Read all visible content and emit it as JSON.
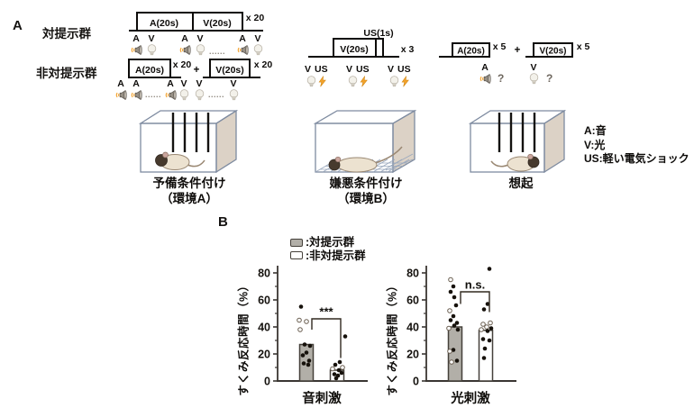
{
  "panel_a": {
    "label": "A",
    "paired_group_label": "対提示群",
    "unpaired_group_label": "非対提示群",
    "icons": {
      "a": "A",
      "v": "V",
      "us": "US",
      "question": "?",
      "dots": "......"
    },
    "paired_pulse": {
      "seg_a": "A(20s)",
      "seg_v": "V(20s)",
      "count": "x 20"
    },
    "unpaired_pulse": {
      "seg_a": "A(20s)",
      "count_a": "x 20",
      "plus": "+",
      "seg_v": "V(20s)",
      "count_v": "x 20"
    },
    "aversive": {
      "us_duration": "US(1s)",
      "seg_v": "V(20s)",
      "count": "x 3"
    },
    "recall_pulse": {
      "seg_a": "A(20s)",
      "count_a": "x 5",
      "plus": "+",
      "seg_v": "V(20s)",
      "count_v": "x 5"
    },
    "stage1": {
      "title": "予備条件付け",
      "subtitle": "（環境A）"
    },
    "stage2": {
      "title": "嫌悪条件付け",
      "subtitle": "（環境B）"
    },
    "stage3": {
      "title": "想起"
    },
    "key": {
      "a": "A:音",
      "v": "V:光",
      "us": "US:軽い電気ショック"
    }
  },
  "panel_b": {
    "label": "B",
    "legend": [
      {
        "label": ":対提示群",
        "fill": "#b2afa8"
      },
      {
        "label": ":非対提示群",
        "fill": "#ffffff"
      }
    ]
  },
  "chart_data": [
    {
      "type": "bar",
      "xlabel": "音刺激",
      "ylabel": "すくみ反応時間（%）",
      "ylim": [
        0,
        80
      ],
      "yticks": [
        0,
        20,
        40,
        60,
        80
      ],
      "significance": {
        "label": "***",
        "bar_y": 46,
        "left_leg_y": 38,
        "right_leg_y": 17
      },
      "series": [
        {
          "name": "対提示群",
          "fill": "#b2afa8",
          "bar_mean": 27,
          "points": [
            [
              55,
              -6,
              0
            ],
            [
              45,
              -8,
              1
            ],
            [
              44,
              0,
              1
            ],
            [
              38,
              -7,
              1
            ],
            [
              27,
              -2,
              0
            ],
            [
              26,
              4,
              0
            ],
            [
              21,
              0,
              0
            ],
            [
              19,
              -4,
              0
            ],
            [
              15,
              3,
              0
            ],
            [
              13,
              -3,
              0
            ],
            [
              12,
              2,
              0
            ]
          ]
        },
        {
          "name": "非対提示群",
          "fill": "#ffffff",
          "bar_mean": 8,
          "points": [
            [
              33,
              9,
              0
            ],
            [
              14,
              3,
              0
            ],
            [
              12,
              -2,
              0
            ],
            [
              10,
              6,
              1
            ],
            [
              9,
              -5,
              1
            ],
            [
              8,
              2,
              0
            ],
            [
              6,
              5,
              0
            ],
            [
              5,
              -3,
              0
            ],
            [
              4,
              1,
              0
            ],
            [
              2,
              -1,
              0
            ]
          ]
        }
      ]
    },
    {
      "type": "bar",
      "xlabel": "光刺激",
      "ylabel": "すくみ反応時間（%）",
      "ylim": [
        0,
        80
      ],
      "yticks": [
        0,
        20,
        40,
        60,
        80
      ],
      "significance": {
        "label": "n.s.",
        "bar_y": 66,
        "left_leg_y": 57,
        "right_leg_y": 51
      },
      "series": [
        {
          "name": "対提示群",
          "fill": "#b2afa8",
          "bar_mean": 40,
          "points": [
            [
              75,
              -5,
              1
            ],
            [
              70,
              -2,
              0
            ],
            [
              66,
              -5,
              0
            ],
            [
              62,
              -1,
              0
            ],
            [
              56,
              1,
              0
            ],
            [
              52,
              -6,
              1
            ],
            [
              48,
              -2,
              0
            ],
            [
              45,
              -5,
              0
            ],
            [
              43,
              2,
              0
            ],
            [
              41,
              -1,
              0
            ],
            [
              39,
              -7,
              1
            ],
            [
              38,
              3,
              0
            ],
            [
              23,
              -2,
              0
            ],
            [
              22,
              -6,
              1
            ],
            [
              15,
              2,
              0
            ],
            [
              14,
              -4,
              1
            ]
          ]
        },
        {
          "name": "非対提示群",
          "fill": "#ffffff",
          "bar_mean": 37.5,
          "points": [
            [
              83,
              4,
              0
            ],
            [
              57,
              2,
              0
            ],
            [
              53,
              -2,
              0
            ],
            [
              43,
              5,
              1
            ],
            [
              42,
              -3,
              1
            ],
            [
              40,
              1,
              1
            ],
            [
              39,
              6,
              0
            ],
            [
              38,
              -5,
              1
            ],
            [
              37,
              2,
              0
            ],
            [
              31,
              -3,
              0
            ],
            [
              30,
              4,
              0
            ],
            [
              24,
              -1,
              0
            ],
            [
              17,
              -2,
              0
            ]
          ]
        }
      ]
    }
  ]
}
